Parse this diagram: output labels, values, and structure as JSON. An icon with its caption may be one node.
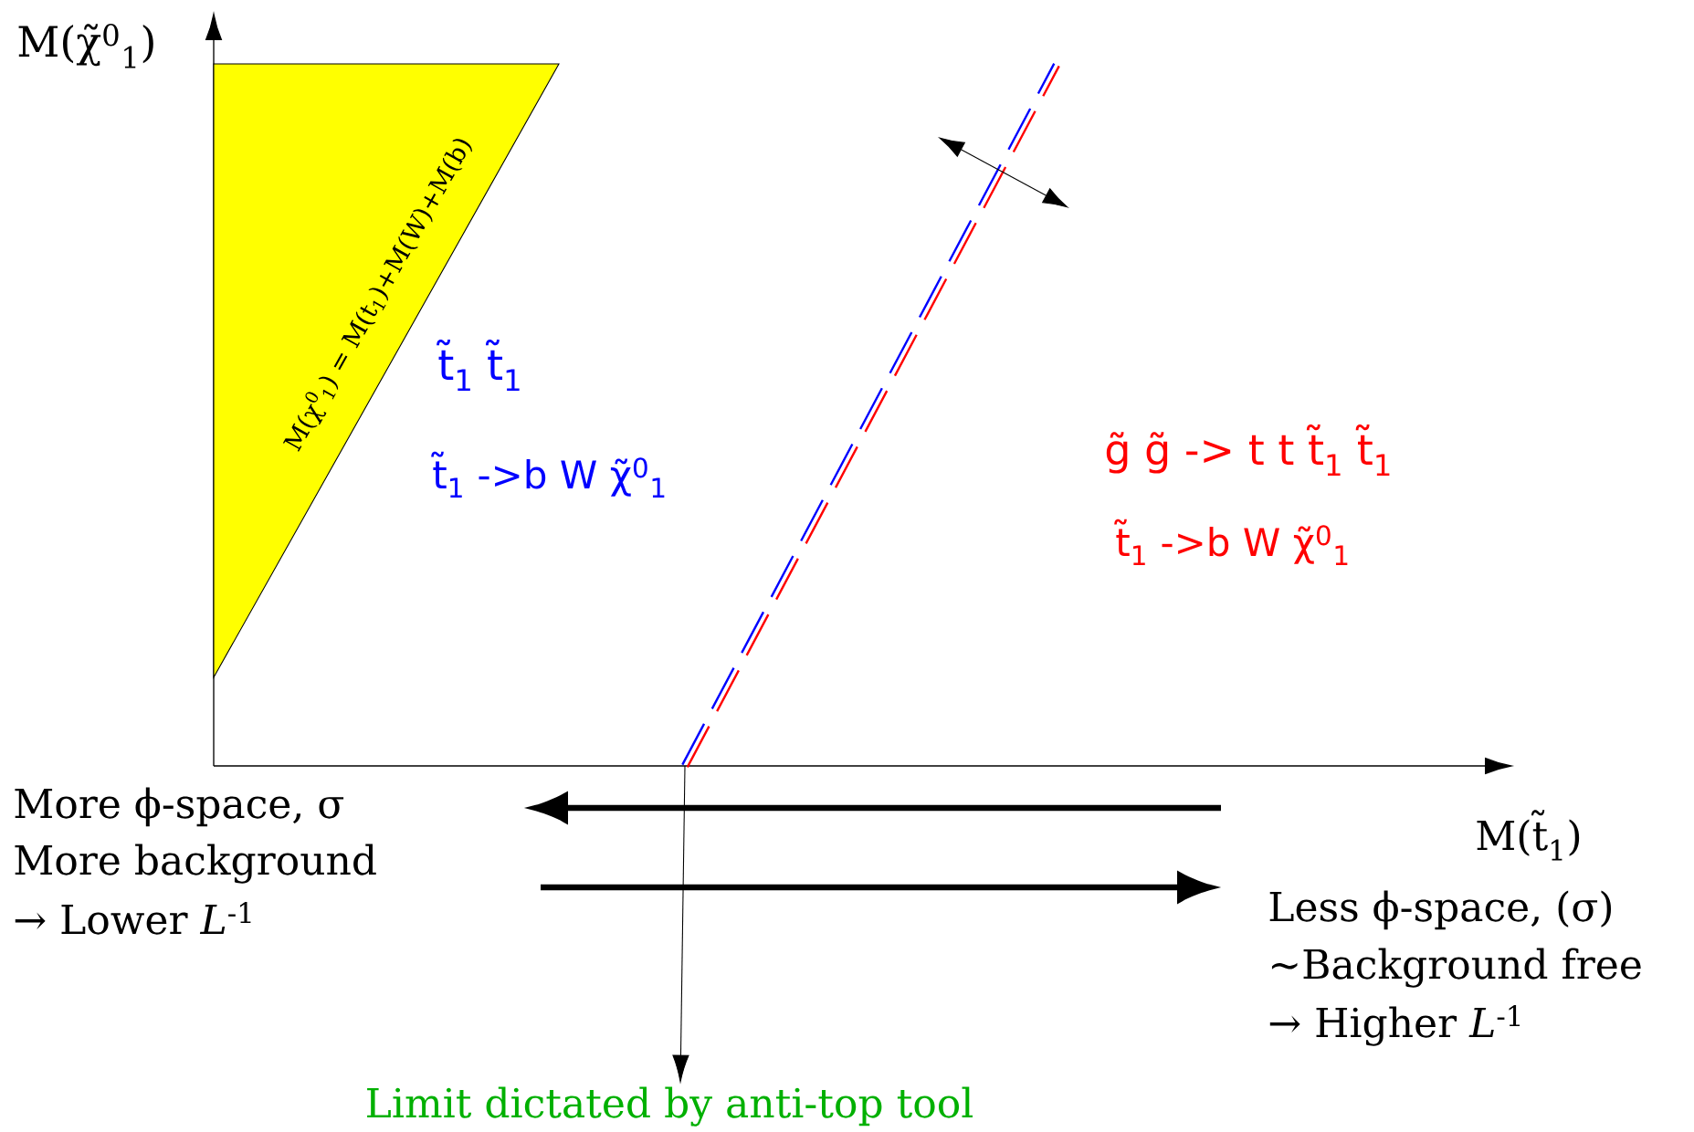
{
  "diagram": {
    "nodes": [
      {
        "text": [
          "M(χ$^{0}$$_{1}$) = M(t$_{1}$)+M(W)+M(b)"
        ]
      },
      {
        "text": [
          "Limit dictated by anti-top tool"
        ]
      }
    ],
    "edges": [
      {
        "from": null,
        "to": 1,
        "arrow": "to"
      }
    ],
    "labels": [
      "M(χ̃$^{0}$$_{1}$)",
      "t̃$_{1}$ t̃$_{1}$",
      "t̃$_{1}$ ->b W χ̃$^{0}$$_{1}$",
      "g̃ g̃ -> t t t̃$_{1}$ t̃$_{1}$",
      "t̃$_{1}$ ->b W χ̃$^{0}$$_{1}$",
      "More ϕ-space, σ",
      "More background",
      "→ Lower *L*$^{-1}$",
      "M(t̃$_{1}$)",
      "Less ϕ-space, (σ)",
      "~Background free",
      "→ Higher *L*$^{-1}$"
    ]
  }
}
